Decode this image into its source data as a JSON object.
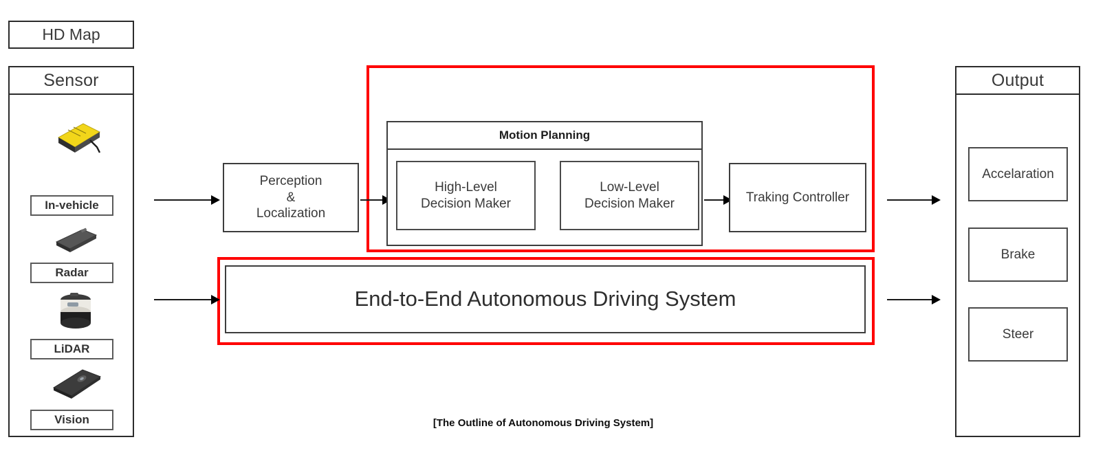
{
  "caption": "[The Outline of Autonomous Driving System]",
  "hd_map": {
    "label": "HD Map"
  },
  "sensor_panel": {
    "title": "Sensor",
    "items": [
      {
        "label": "In-vehicle",
        "icon": "in-vehicle-sensor-icon"
      },
      {
        "label": "Radar",
        "icon": "radar-sensor-icon"
      },
      {
        "label": "LiDAR",
        "icon": "lidar-sensor-icon"
      },
      {
        "label": "Vision",
        "icon": "vision-camera-icon"
      }
    ]
  },
  "pipeline": {
    "perception": "Perception\n&\nLocalization",
    "perception_lines": [
      "Perception",
      "&",
      "Localization"
    ],
    "motion_planning": {
      "title": "Motion Planning",
      "high_level": [
        "High-Level",
        "Decision Maker"
      ],
      "low_level": [
        "Low-Level",
        "Decision Maker"
      ]
    },
    "tracking_controller": "Traking Controller"
  },
  "end_to_end": {
    "label": "End-to-End Autonomous Driving System"
  },
  "output_panel": {
    "title": "Output",
    "items": [
      {
        "label": "Accelaration"
      },
      {
        "label": "Brake"
      },
      {
        "label": "Steer"
      }
    ]
  },
  "colors": {
    "highlight": "#ff0000",
    "box_stroke": "#3d3d3d",
    "text": "#3a3a3a",
    "sensor_yellow": "#f2d61a",
    "sensor_dark": "#4a4a4a"
  },
  "arrows": [
    {
      "name": "sensor-to-perception"
    },
    {
      "name": "perception-to-motion-planning"
    },
    {
      "name": "low-level-to-tracking-controller"
    },
    {
      "name": "tracking-controller-to-output"
    },
    {
      "name": "sensor-to-end-to-end"
    },
    {
      "name": "end-to-end-to-output"
    }
  ]
}
